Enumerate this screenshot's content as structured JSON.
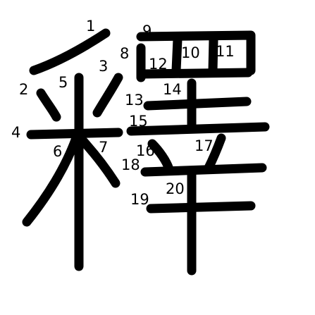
{
  "character": "釋",
  "stroke_color": "#000000",
  "background_color": "#ffffff",
  "stroke_count": 20,
  "stroke_numbers": [
    "1",
    "2",
    "3",
    "4",
    "5",
    "6",
    "7",
    "8",
    "9",
    "10",
    "11",
    "12",
    "13",
    "14",
    "15",
    "16",
    "17",
    "18",
    "19",
    "20"
  ]
}
